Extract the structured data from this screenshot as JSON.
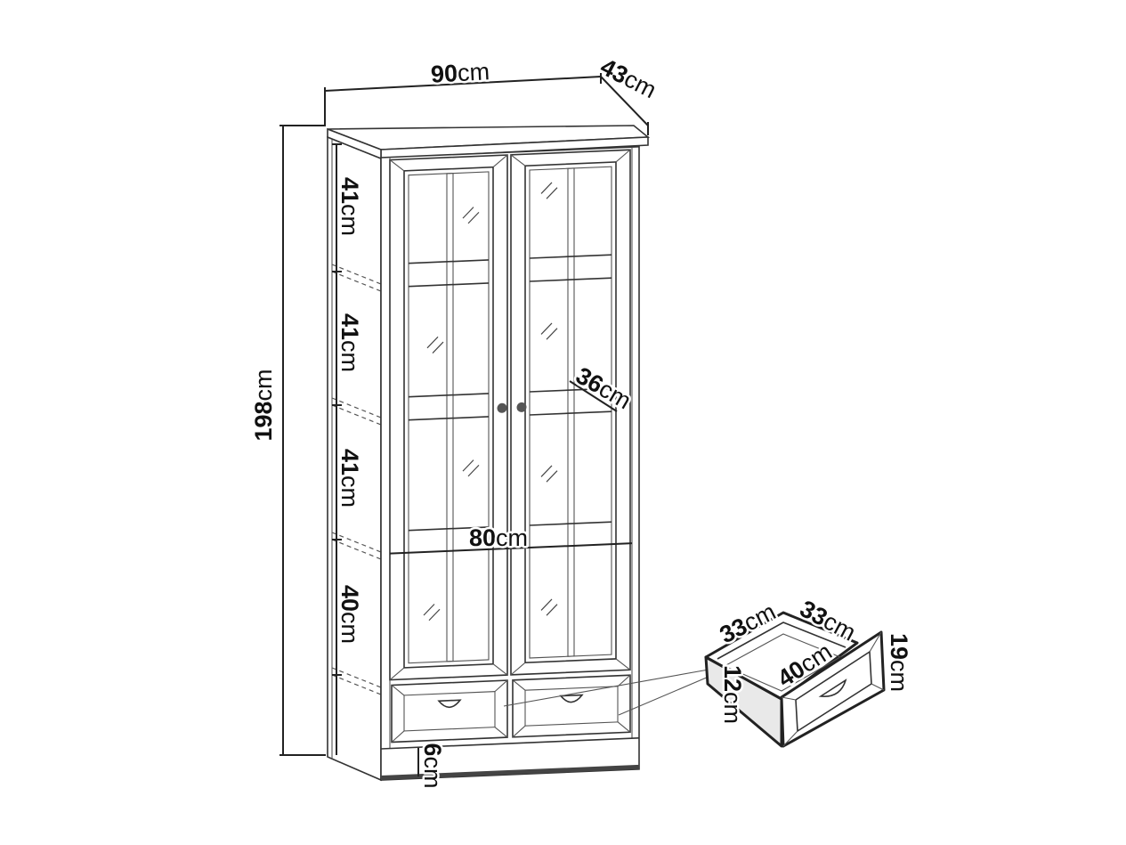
{
  "dimensions": {
    "width": {
      "value": "90",
      "unit": "cm"
    },
    "depth": {
      "value": "43",
      "unit": "cm"
    },
    "height": {
      "value": "198",
      "unit": "cm"
    },
    "shelf1": {
      "value": "41",
      "unit": "cm"
    },
    "shelf2": {
      "value": "41",
      "unit": "cm"
    },
    "shelf3": {
      "value": "41",
      "unit": "cm"
    },
    "shelf4": {
      "value": "40",
      "unit": "cm"
    },
    "inner_depth": {
      "value": "36",
      "unit": "cm"
    },
    "inner_width": {
      "value": "80",
      "unit": "cm"
    },
    "plinth": {
      "value": "6",
      "unit": "cm"
    },
    "drawer_front": {
      "value": "12",
      "unit": "cm"
    },
    "drawer_width_left": {
      "value": "33",
      "unit": "cm"
    },
    "drawer_width_right": {
      "value": "33",
      "unit": "cm"
    },
    "drawer_depth": {
      "value": "40",
      "unit": "cm"
    },
    "drawer_height": {
      "value": "19",
      "unit": "cm"
    }
  },
  "colors": {
    "line": "#333333",
    "text": "#111111",
    "background": "#ffffff"
  }
}
